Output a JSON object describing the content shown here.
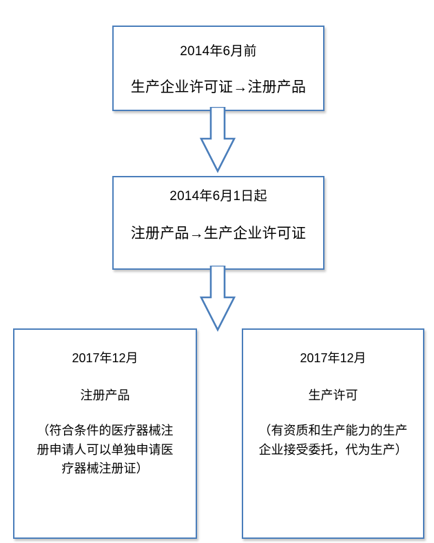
{
  "diagram": {
    "type": "flowchart",
    "orientation": "top-to-bottom",
    "theme": {
      "border_color": "#4a7ebb",
      "fill_color": "#ffffff",
      "text_color": "#000000",
      "arrow_outline_color": "#4a7ebb",
      "arrow_fill_color": "#ffffff"
    },
    "nodes": [
      {
        "id": "pre2014",
        "title": "2014年6月前",
        "detail": "生产企业许可证→注册产品"
      },
      {
        "id": "from2014",
        "title": "2014年6月1日起",
        "detail": "注册产品→生产企业许可证"
      },
      {
        "id": "register",
        "title": "2017年12月",
        "subtitle": "注册产品",
        "para_line1": "（符合条件的医疗器械注",
        "para_line2": "册申请人可以单独申请医",
        "para_line3": "疗器械注册证）"
      },
      {
        "id": "manufacture",
        "title": "2017年12月",
        "subtitle": "生产许可",
        "para_line1": "（有资质和生产能力的生产",
        "para_line2": "企业接受委托，代为生产）"
      }
    ],
    "connectors": [
      {
        "id": "arrow-1",
        "from": "pre2014",
        "to": "from2014",
        "shape": "block-arrow-down"
      },
      {
        "id": "arrow-2",
        "from": "from2014",
        "to": "register-and-manufacture",
        "shape": "block-arrow-down"
      }
    ]
  }
}
